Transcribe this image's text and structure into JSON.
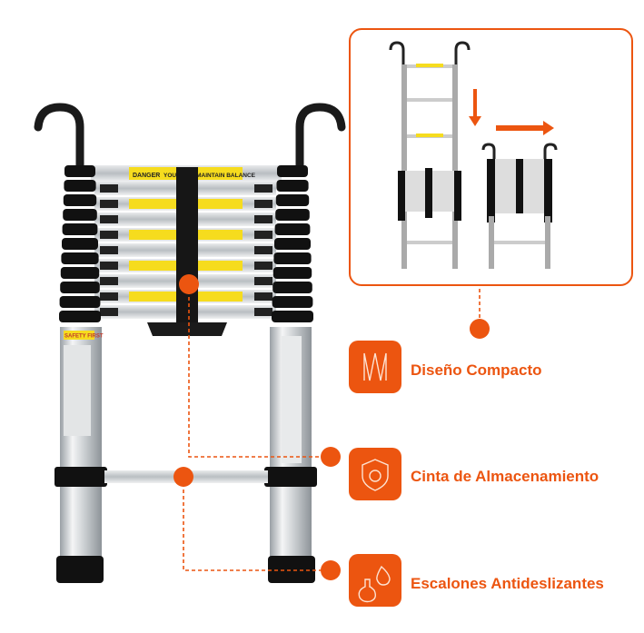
{
  "colors": {
    "accent": "#EC5510",
    "rail": "#cfd3d6",
    "ring": "#111111"
  },
  "product_labels": {
    "danger": "DANGER",
    "balance": "YOU MUST MAINTAIN BALANCE",
    "safety": "SAFETY FIRST"
  },
  "features": [
    {
      "label": "Diseño Compacto",
      "icon": "zigzag-compact-icon"
    },
    {
      "label": "Cinta de Almacenamiento",
      "icon": "shield-icon"
    },
    {
      "label": "Escalones Antideslizantes",
      "icon": "flask-drop-icon"
    }
  ]
}
